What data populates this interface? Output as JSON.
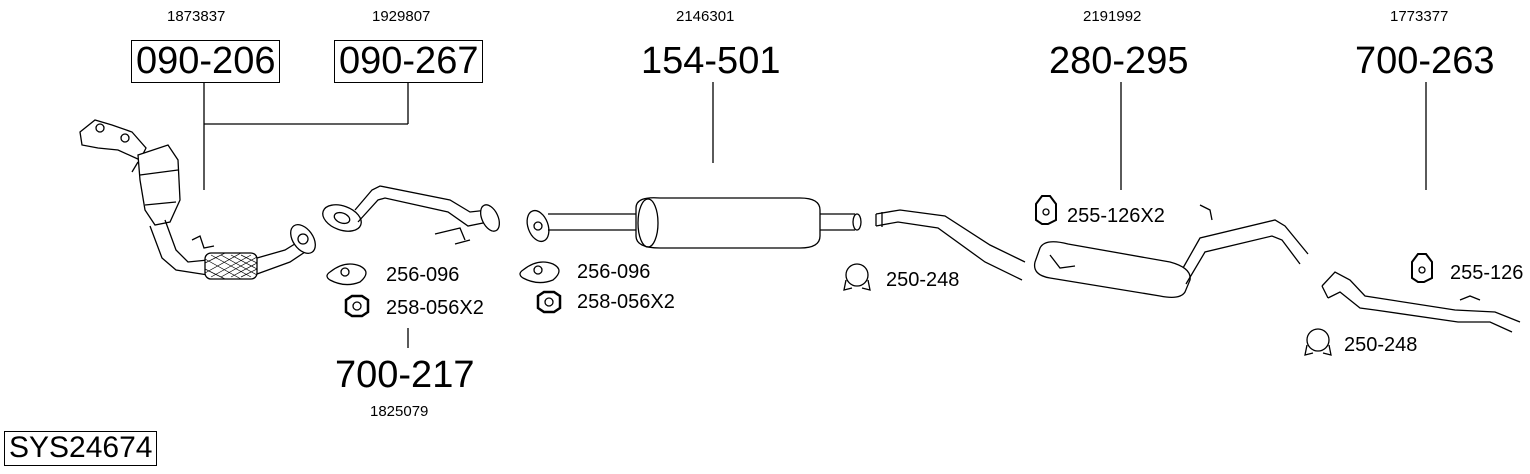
{
  "parts": {
    "p1": {
      "number": "090-206",
      "oe": "1873837"
    },
    "p2": {
      "number": "090-267",
      "oe": "1929807"
    },
    "p3": {
      "number": "154-501",
      "oe": "2146301"
    },
    "p4": {
      "number": "280-295",
      "oe": "2191992"
    },
    "p5": {
      "number": "700-263",
      "oe": "1773377"
    },
    "p6": {
      "number": "700-217",
      "oe": "1825079"
    }
  },
  "accessories": {
    "gasket_a": "256-096",
    "nut_a": "258-056X2",
    "gasket_b": "256-096",
    "nut_b": "258-056X2",
    "clamp_a": "250-248",
    "hanger_a": "255-126X2",
    "hanger_b": "255-126",
    "clamp_b": "250-248"
  },
  "system_id": "SYS24674"
}
